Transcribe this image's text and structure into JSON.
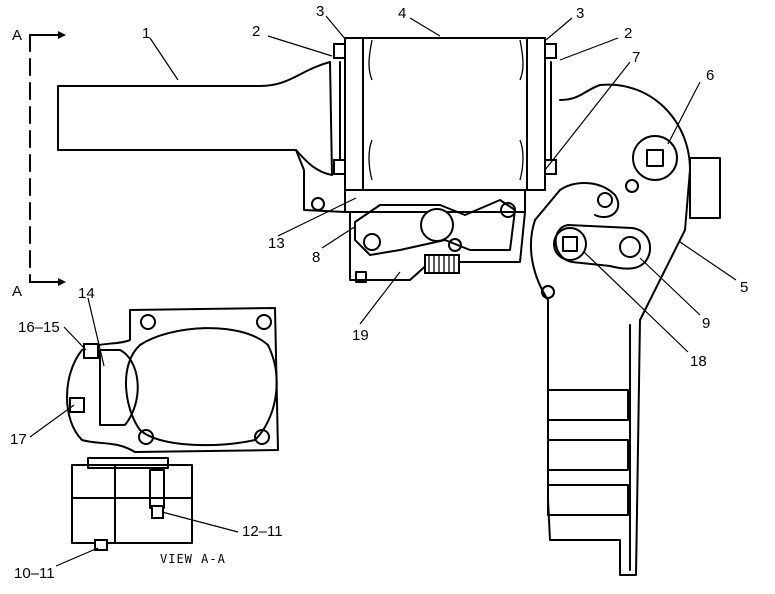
{
  "diagram": {
    "section_marker": "A",
    "view_caption": "VIEW A-A",
    "callouts": {
      "c1": "1",
      "c2_left": "2",
      "c2_right": "2",
      "c3_left": "3",
      "c3_right": "3",
      "c4": "4",
      "c5": "5",
      "c6": "6",
      "c7": "7",
      "c8": "8",
      "c9": "9",
      "c13": "13",
      "c18": "18",
      "c19": "19",
      "c14": "14",
      "c16_15": "16–15",
      "c17": "17",
      "c12_11": "12–11",
      "c10_11": "10–11"
    }
  }
}
